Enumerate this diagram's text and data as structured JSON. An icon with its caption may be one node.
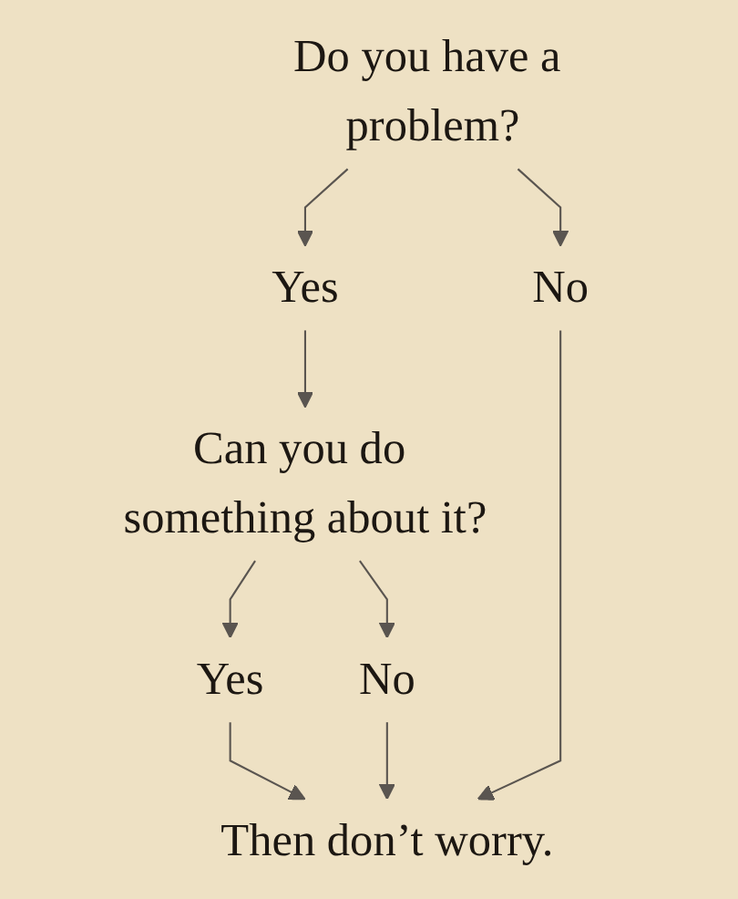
{
  "diagram": {
    "nodes": [
      {
        "text": [
          "Do you have a problem?"
        ]
      },
      {
        "text": [
          "Yes"
        ]
      },
      {
        "text": [
          "No"
        ]
      },
      {
        "text": [
          "Can you do something about it?"
        ]
      },
      {
        "text": [
          "No"
        ]
      },
      {
        "text": [
          "Yes"
        ]
      },
      {
        "text": [
          "Then don’t worry."
        ]
      }
    ],
    "edges": [
      {
        "from": 0,
        "to": 1,
        "arrow": "to"
      },
      {
        "from": 0,
        "to": 2,
        "arrow": "to"
      },
      {
        "from": 1,
        "to": 3,
        "arrow": "to"
      },
      {
        "from": 3,
        "to": 5,
        "arrow": "to"
      },
      {
        "from": 3,
        "to": 4,
        "arrow": "to"
      },
      {
        "from": 5,
        "to": 6,
        "arrow": "to"
      },
      {
        "from": 4,
        "to": 6,
        "arrow": "to"
      },
      {
        "from": 2,
        "to": 6,
        "arrow": "to"
      }
    ]
  }
}
